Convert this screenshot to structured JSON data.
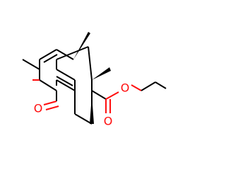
{
  "molecule": {
    "atoms": [
      {
        "element": "O",
        "color": "#ff0d0d"
      },
      {
        "element": "O",
        "color": "#ff0d0d"
      },
      {
        "element": "O",
        "color": "#ff0d0d"
      }
    ],
    "bond_color": "#000000"
  }
}
